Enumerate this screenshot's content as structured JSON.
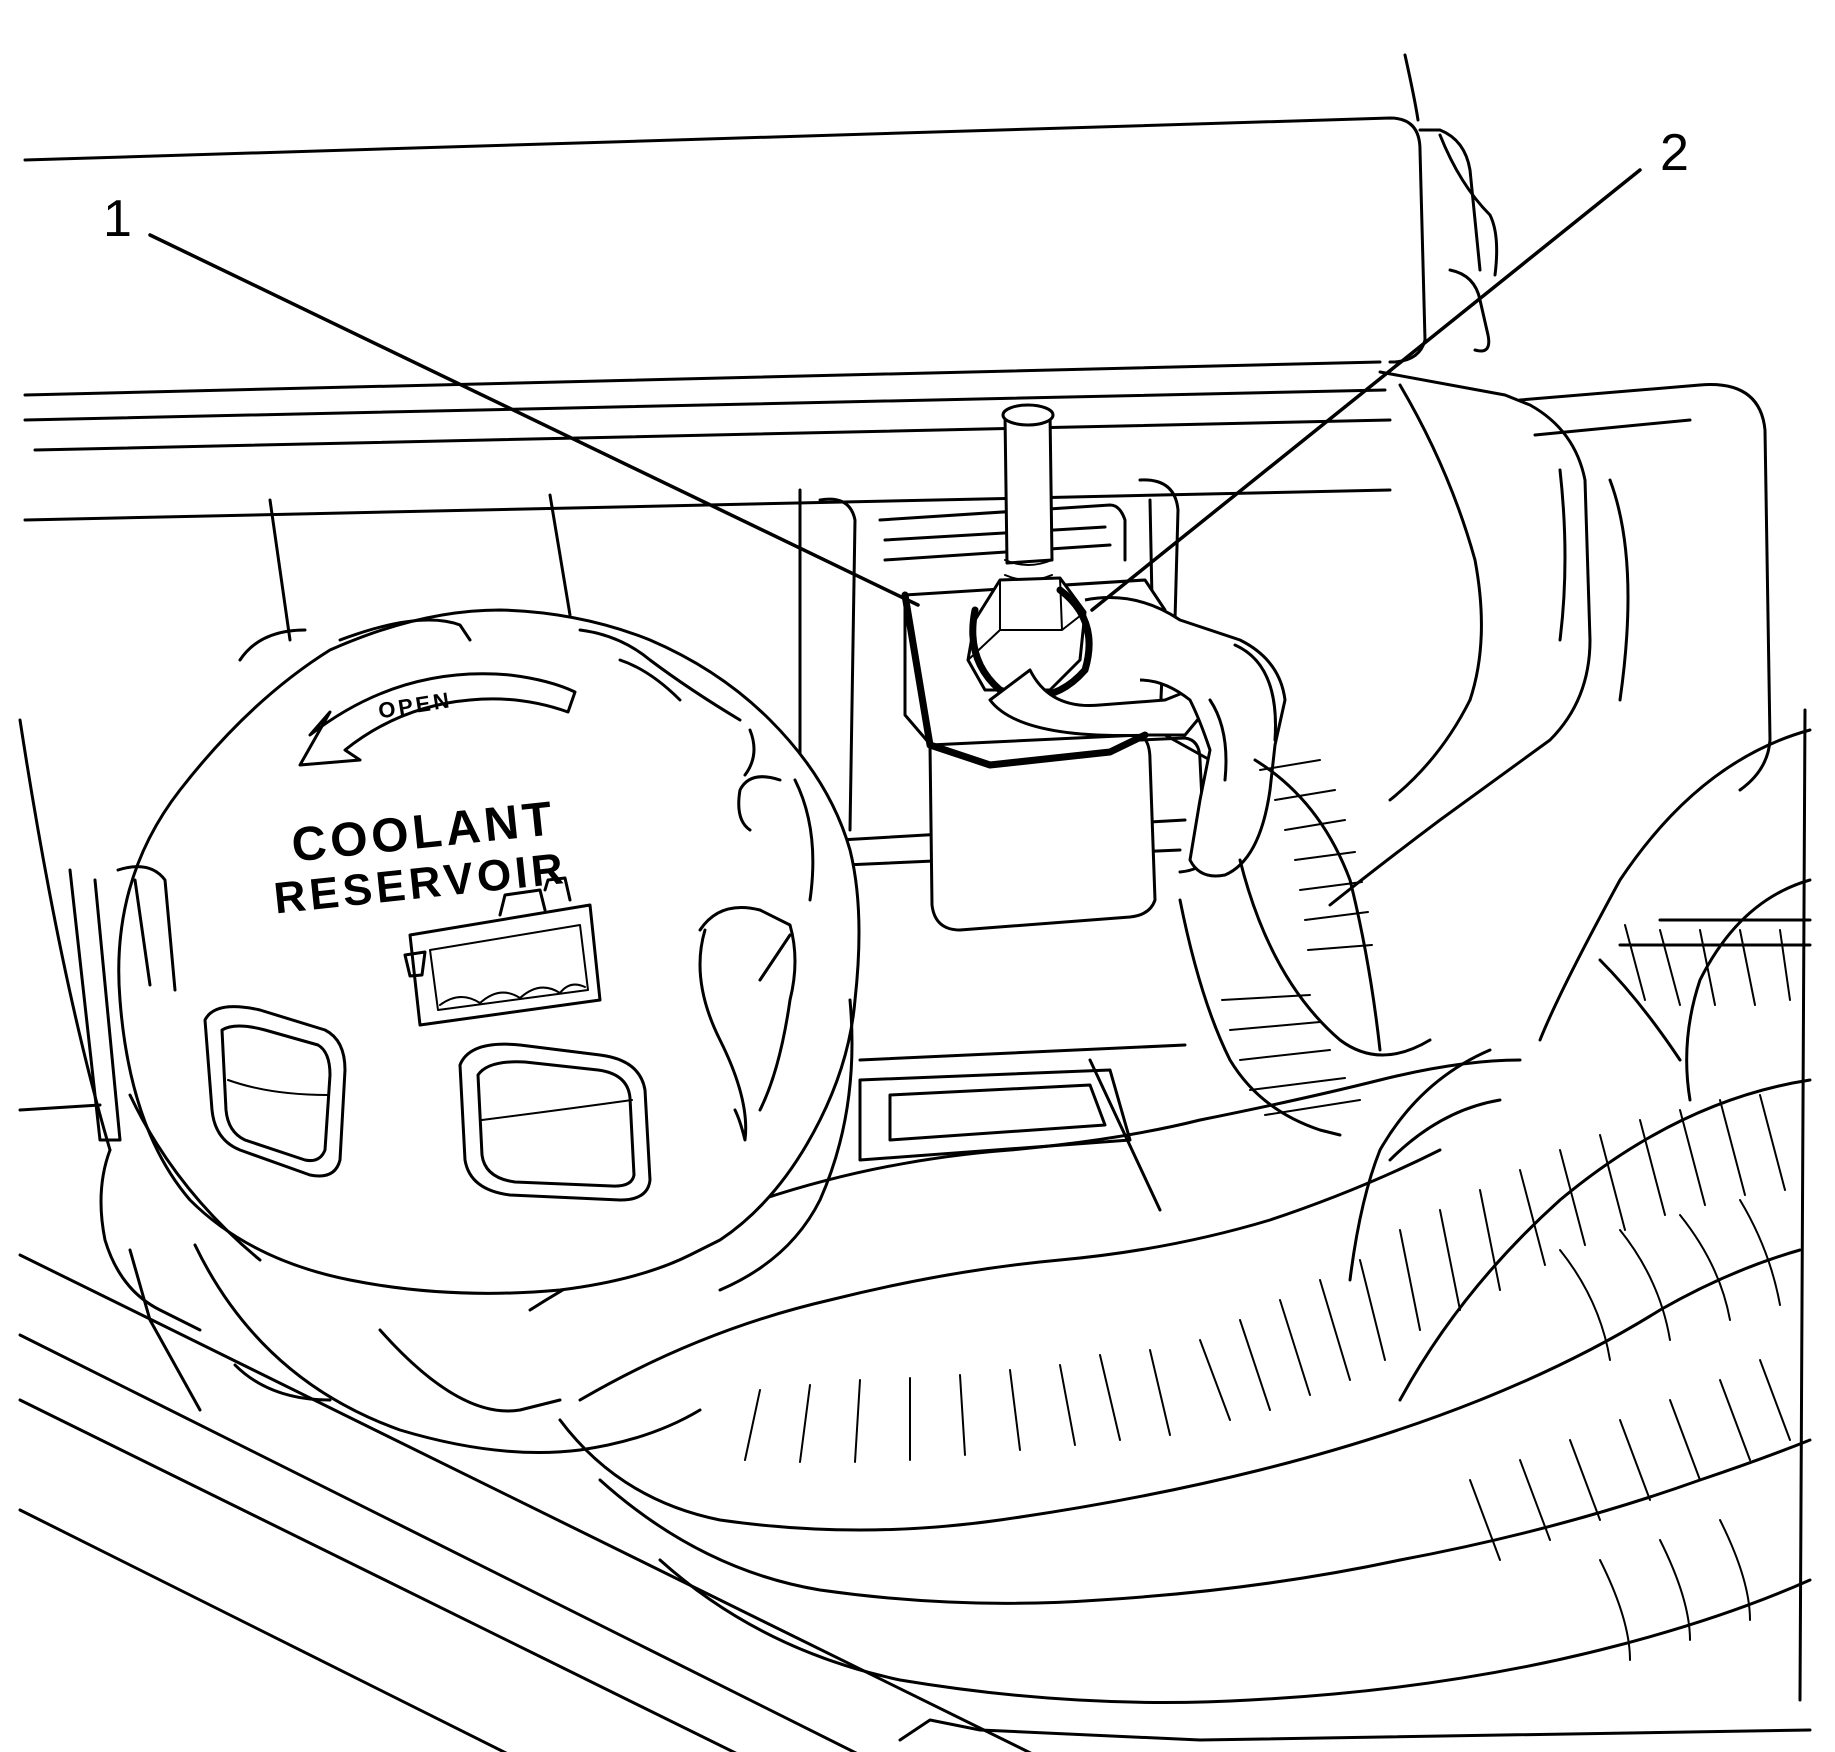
{
  "diagram": {
    "callouts": [
      {
        "id": "1",
        "label": "1"
      },
      {
        "id": "2",
        "label": "2"
      }
    ],
    "cap": {
      "line1": "COOLANT",
      "line2": "RESERVOIR",
      "arrow_label": "OPEN"
    }
  }
}
